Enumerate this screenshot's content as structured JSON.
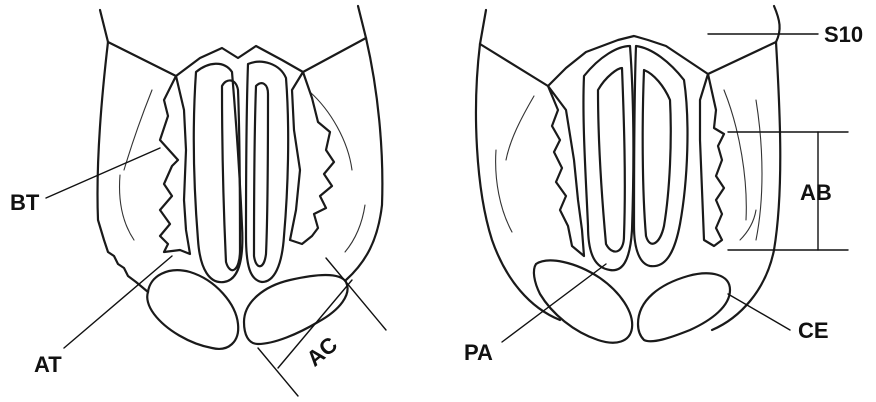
{
  "figure": {
    "labels": {
      "bt": "BT",
      "at": "AT",
      "ac": "AC",
      "pa": "PA",
      "s10": "S10",
      "ab": "AB",
      "ce": "CE"
    },
    "colors": {
      "ink": "#1a1a1a",
      "background": "#ffffff"
    }
  }
}
